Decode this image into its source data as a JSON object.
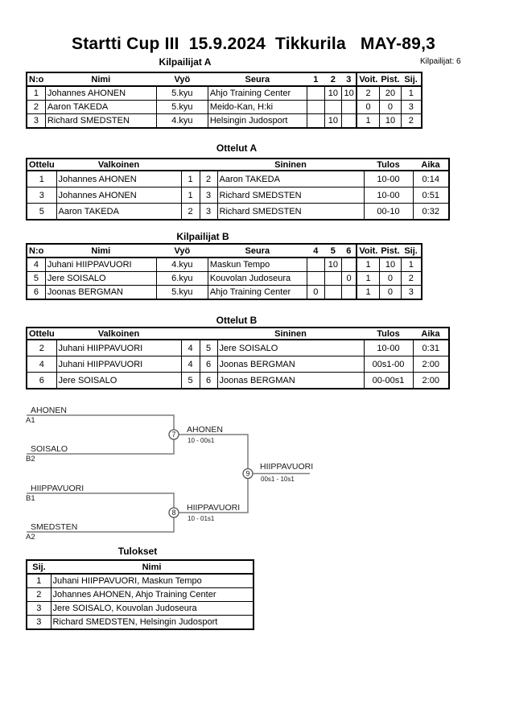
{
  "header": {
    "title": "Startti Cup III  15.9.2024  Tikkurila   MAY-89,3",
    "competitors_count": "Kilpailijat: 6"
  },
  "competitors_a": {
    "title": "Kilpailijat A",
    "headers": {
      "no": "N:o",
      "name": "Nimi",
      "belt": "Vyö",
      "club": "Seura",
      "m1": "1",
      "m2": "2",
      "m3": "3",
      "wins": "Voit.",
      "points": "Pist.",
      "place": "Sij."
    },
    "rows": [
      {
        "no": "1",
        "name": "Johannes AHONEN",
        "belt": "5.kyu",
        "club": "Ahjo Training Center",
        "m1": "",
        "m2": "10",
        "m3": "10",
        "wins": "2",
        "points": "20",
        "place": "1"
      },
      {
        "no": "2",
        "name": "Aaron TAKEDA",
        "belt": "5.kyu",
        "club": "Meido-Kan, H:ki",
        "m1": "",
        "m2": "",
        "m3": "",
        "wins": "0",
        "points": "0",
        "place": "3"
      },
      {
        "no": "3",
        "name": "Richard SMEDSTEN",
        "belt": "4.kyu",
        "club": "Helsingin Judosport",
        "m1": "",
        "m2": "10",
        "m3": "",
        "wins": "1",
        "points": "10",
        "place": "2"
      }
    ]
  },
  "matches_a": {
    "title": "Ottelut A",
    "headers": {
      "match": "Ottelu",
      "white": "Valkoinen",
      "blue": "Sininen",
      "result": "Tulos",
      "time": "Aika"
    },
    "rows": [
      {
        "match": "1",
        "white": "Johannes AHONEN",
        "white_no": "1",
        "blue_no": "2",
        "blue": "Aaron TAKEDA",
        "result": "10-00",
        "time": "0:14"
      },
      {
        "match": "3",
        "white": "Johannes AHONEN",
        "white_no": "1",
        "blue_no": "3",
        "blue": "Richard SMEDSTEN",
        "result": "10-00",
        "time": "0:51"
      },
      {
        "match": "5",
        "white": "Aaron TAKEDA",
        "white_no": "2",
        "blue_no": "3",
        "blue": "Richard SMEDSTEN",
        "result": "00-10",
        "time": "0:32"
      }
    ]
  },
  "competitors_b": {
    "title": "Kilpailijat B",
    "headers": {
      "no": "N:o",
      "name": "Nimi",
      "belt": "Vyö",
      "club": "Seura",
      "m4": "4",
      "m5": "5",
      "m6": "6",
      "wins": "Voit.",
      "points": "Pist.",
      "place": "Sij."
    },
    "rows": [
      {
        "no": "4",
        "name": "Juhani HIIPPAVUORI",
        "belt": "4.kyu",
        "club": "Maskun Tempo",
        "m4": "",
        "m5": "10",
        "m6": "",
        "wins": "1",
        "points": "10",
        "place": "1"
      },
      {
        "no": "5",
        "name": "Jere SOISALO",
        "belt": "6.kyu",
        "club": "Kouvolan Judoseura",
        "m4": "",
        "m5": "",
        "m6": "0",
        "wins": "1",
        "points": "0",
        "place": "2"
      },
      {
        "no": "6",
        "name": "Joonas BERGMAN",
        "belt": "5.kyu",
        "club": "Ahjo Training Center",
        "m4": "0",
        "m5": "",
        "m6": "",
        "wins": "1",
        "points": "0",
        "place": "3"
      }
    ]
  },
  "matches_b": {
    "title": "Ottelut B",
    "headers": {
      "match": "Ottelu",
      "white": "Valkoinen",
      "blue": "Sininen",
      "result": "Tulos",
      "time": "Aika"
    },
    "rows": [
      {
        "match": "2",
        "white": "Juhani HIIPPAVUORI",
        "white_no": "4",
        "blue_no": "5",
        "blue": "Jere SOISALO",
        "result": "10-00",
        "time": "0:31"
      },
      {
        "match": "4",
        "white": "Juhani HIIPPAVUORI",
        "white_no": "4",
        "blue_no": "6",
        "blue": "Joonas BERGMAN",
        "result": "00s1-00",
        "time": "2:00"
      },
      {
        "match": "6",
        "white": "Jere SOISALO",
        "white_no": "5",
        "blue_no": "6",
        "blue": "Joonas BERGMAN",
        "result": "00-00s1",
        "time": "2:00"
      }
    ]
  },
  "bracket": {
    "seeds": [
      {
        "name": "AHONEN",
        "code": "A1"
      },
      {
        "name": "SOISALO",
        "code": "B2"
      },
      {
        "name": "HIIPPAVUORI",
        "code": "B1"
      },
      {
        "name": "SMEDSTEN",
        "code": "A2"
      }
    ],
    "semifinal_1": {
      "number": "7",
      "winner": "AHONEN",
      "score": "10 - 00s1"
    },
    "semifinal_2": {
      "number": "8",
      "winner": "HIIPPAVUORI",
      "score": "10 - 01s1"
    },
    "final": {
      "number": "9",
      "winner": "HIIPPAVUORI",
      "score": "00s1 - 10s1"
    }
  },
  "results": {
    "title": "Tulokset",
    "headers": {
      "place": "Sij.",
      "name": "Nimi"
    },
    "rows": [
      {
        "place": "1",
        "name": "Juhani HIIPPAVUORI, Maskun Tempo"
      },
      {
        "place": "2",
        "name": "Johannes AHONEN, Ahjo Training Center"
      },
      {
        "place": "3",
        "name": "Jere SOISALO, Kouvolan Judoseura"
      },
      {
        "place": "3",
        "name": "Richard SMEDSTEN, Helsingin Judosport"
      }
    ]
  }
}
